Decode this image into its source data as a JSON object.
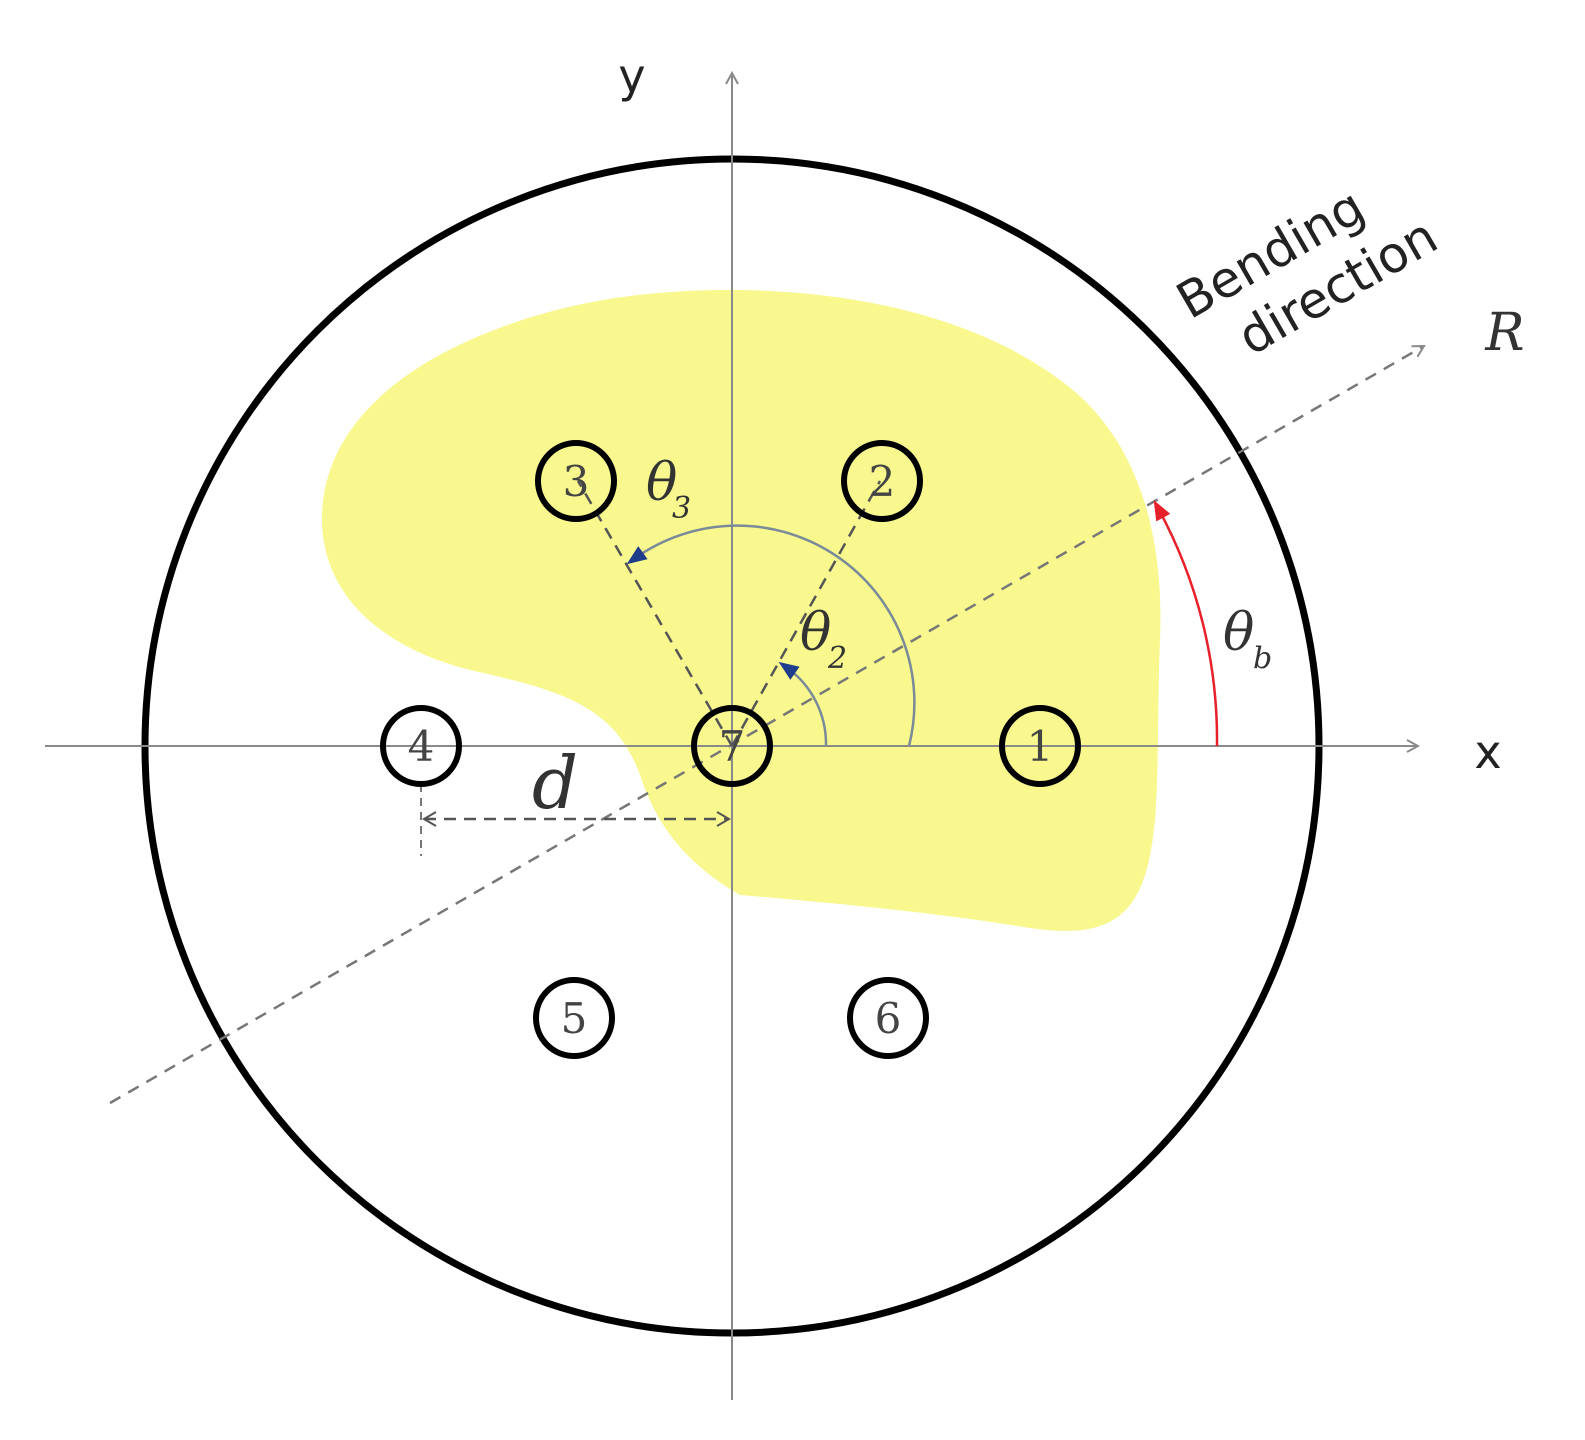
{
  "axes": {
    "x_label": "x",
    "y_label": "y"
  },
  "bending": {
    "line1": "Bending",
    "line2": "direction",
    "ray_label": "R"
  },
  "cores": [
    {
      "id": "1",
      "label": "1",
      "highlighted": true
    },
    {
      "id": "2",
      "label": "2",
      "highlighted": true
    },
    {
      "id": "3",
      "label": "3",
      "highlighted": true
    },
    {
      "id": "4",
      "label": "4",
      "highlighted": false
    },
    {
      "id": "5",
      "label": "5",
      "highlighted": false
    },
    {
      "id": "6",
      "label": "6",
      "highlighted": false
    },
    {
      "id": "7",
      "label": "7",
      "highlighted": true
    }
  ],
  "angles": {
    "theta_symbol": "θ",
    "theta2_sub": "2",
    "theta3_sub": "3",
    "thetab_sub": "b"
  },
  "spacing_label": "d",
  "colors": {
    "region_fill": "#f8f88e",
    "bending_arrow": "#e8202a",
    "angle_arrow": "#1f3d8a",
    "axis": "#8a8a8a",
    "outline": "#000000"
  }
}
